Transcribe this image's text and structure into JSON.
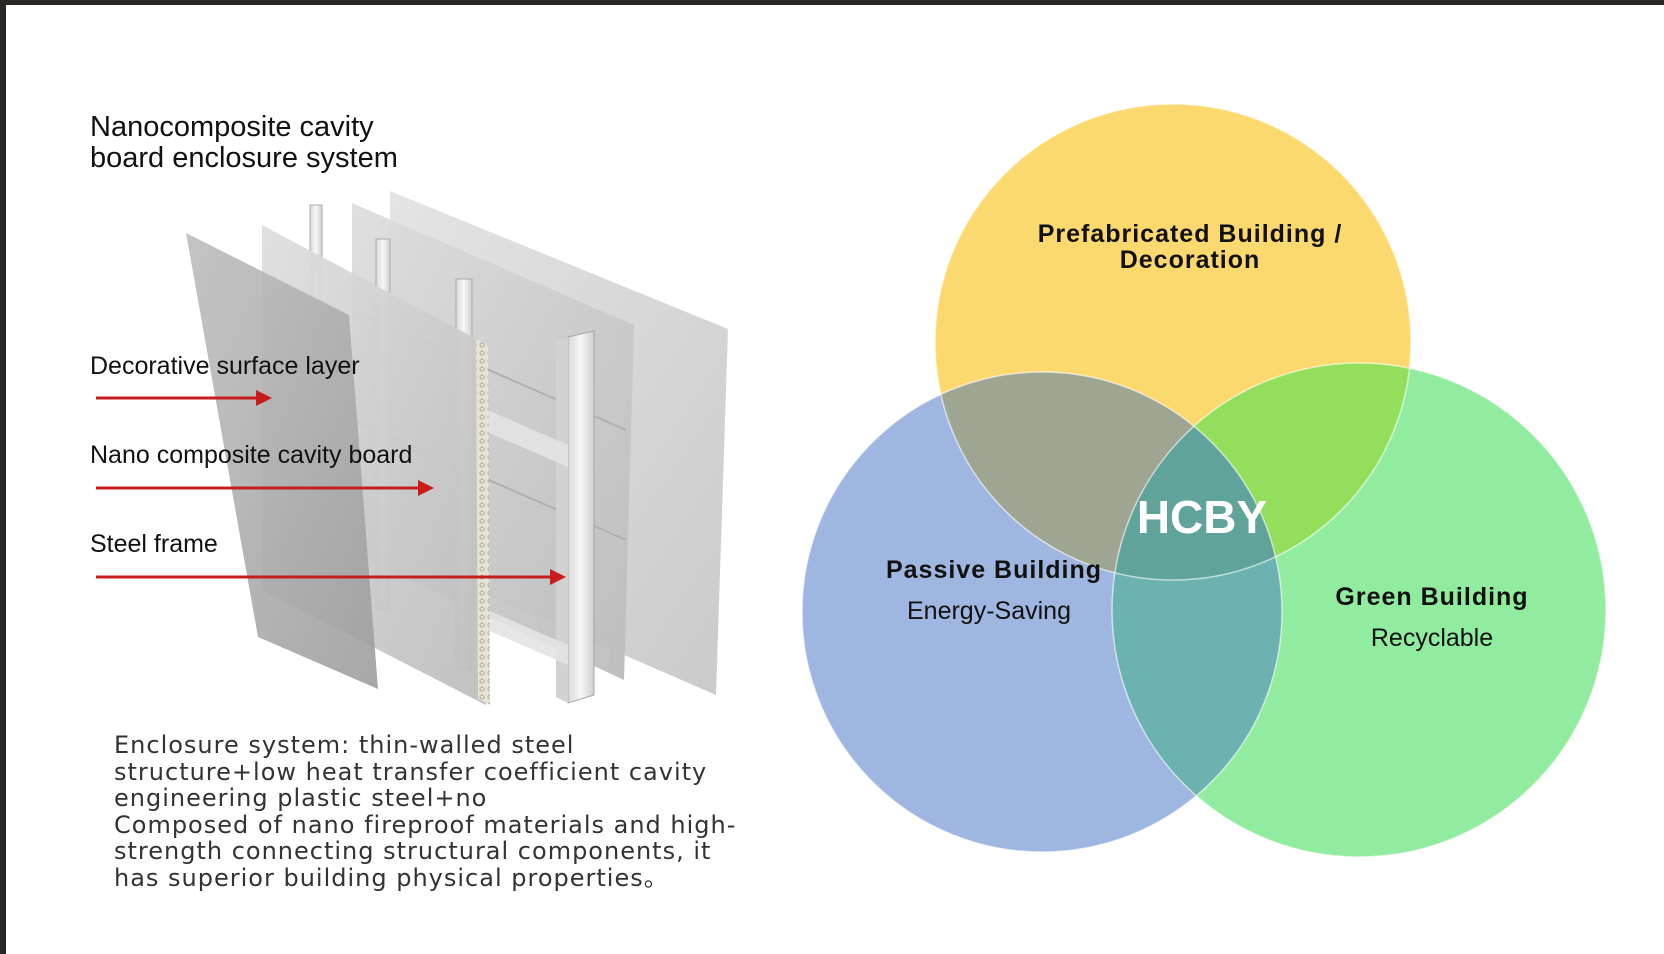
{
  "diagram": {
    "title": [
      "Nanocomposite cavity",
      "board enclosure system"
    ],
    "layers": [
      {
        "label": "Decorative surface layer"
      },
      {
        "label": "Nano composite cavity board"
      },
      {
        "label": "Steel frame"
      }
    ],
    "description": [
      "Enclosure system: thin-walled steel",
      "structure+low heat transfer coefficient cavity",
      "engineering plastic steel+no",
      "Composed of nano fireproof materials and high-",
      "strength connecting structural components, it",
      "has superior building physical properties。"
    ]
  },
  "venn": {
    "center": "HCBY",
    "circles": [
      {
        "title_lines": [
          "Prefabricated  Building  /",
          "Decoration"
        ],
        "subtitle": "",
        "color": "#fcd96f"
      },
      {
        "title_lines": [
          "Passive  Building"
        ],
        "subtitle": "Energy-Saving",
        "color": "#8faadc"
      },
      {
        "title_lines": [
          "Green  Building"
        ],
        "subtitle": "Recyclable",
        "color": "#7fe98f"
      }
    ]
  },
  "colors": {
    "arrow": "#c91c1c",
    "panel": "#c9c9c9",
    "center_overlap": "#5fa39a"
  }
}
